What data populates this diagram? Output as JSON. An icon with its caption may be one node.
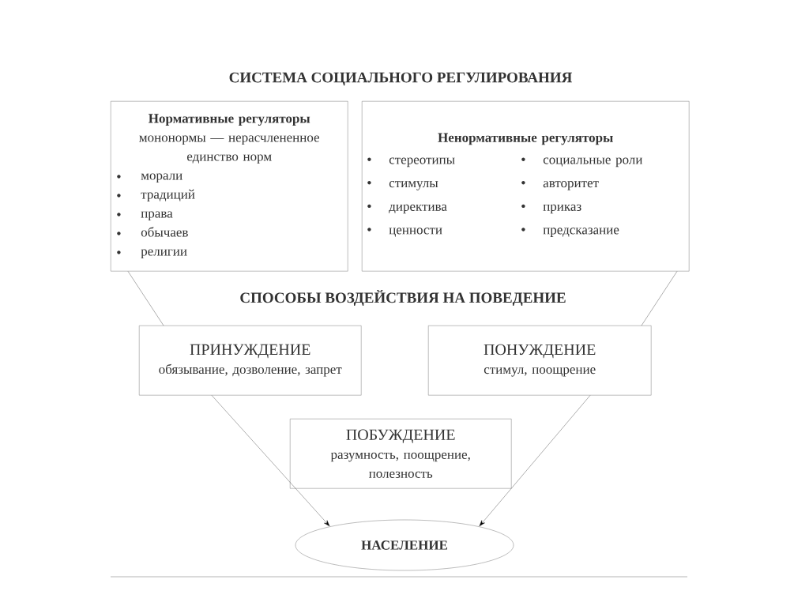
{
  "diagram": {
    "title": "СИСТЕМА СОЦИАЛЬНОГО РЕГУЛИРОВАНИЯ",
    "nodes": [
      {
        "text": [
          "Нормативные регуляторы",
          "мононормы — нерасчлененное единство норм",
          "морали",
          "традиций",
          "права",
          "обычаев",
          "религии"
        ]
      },
      {
        "text": [
          "Ненормативные регуляторы",
          "стереотипы",
          "стимулы",
          "директива",
          "ценности",
          "социальные роли",
          "авторитет",
          "приказ",
          "предсказание"
        ]
      },
      {
        "text": [
          "ПРИНУЖДЕНИЕ",
          "обязывание, дозволение, запрет"
        ]
      },
      {
        "text": [
          "ПОНУЖДЕНИЕ",
          "стимул, поощрение"
        ]
      },
      {
        "text": [
          "ПОБУЖДЕНИЕ",
          "разумность, поощрение, полезность"
        ]
      },
      {
        "text": [
          "НАСЕЛЕНИЕ"
        ]
      }
    ],
    "edges": [
      {
        "from": 0,
        "to": 2,
        "arrow": "none"
      },
      {
        "from": 1,
        "to": 3,
        "arrow": "none"
      },
      {
        "from": 2,
        "to": 5,
        "arrow": "to"
      },
      {
        "from": 3,
        "to": 5,
        "arrow": "to"
      }
    ],
    "labels": [
      "СПОСОБЫ ВОЗДЕЙСТВИЯ НА ПОВЕДЕНИЕ"
    ]
  }
}
